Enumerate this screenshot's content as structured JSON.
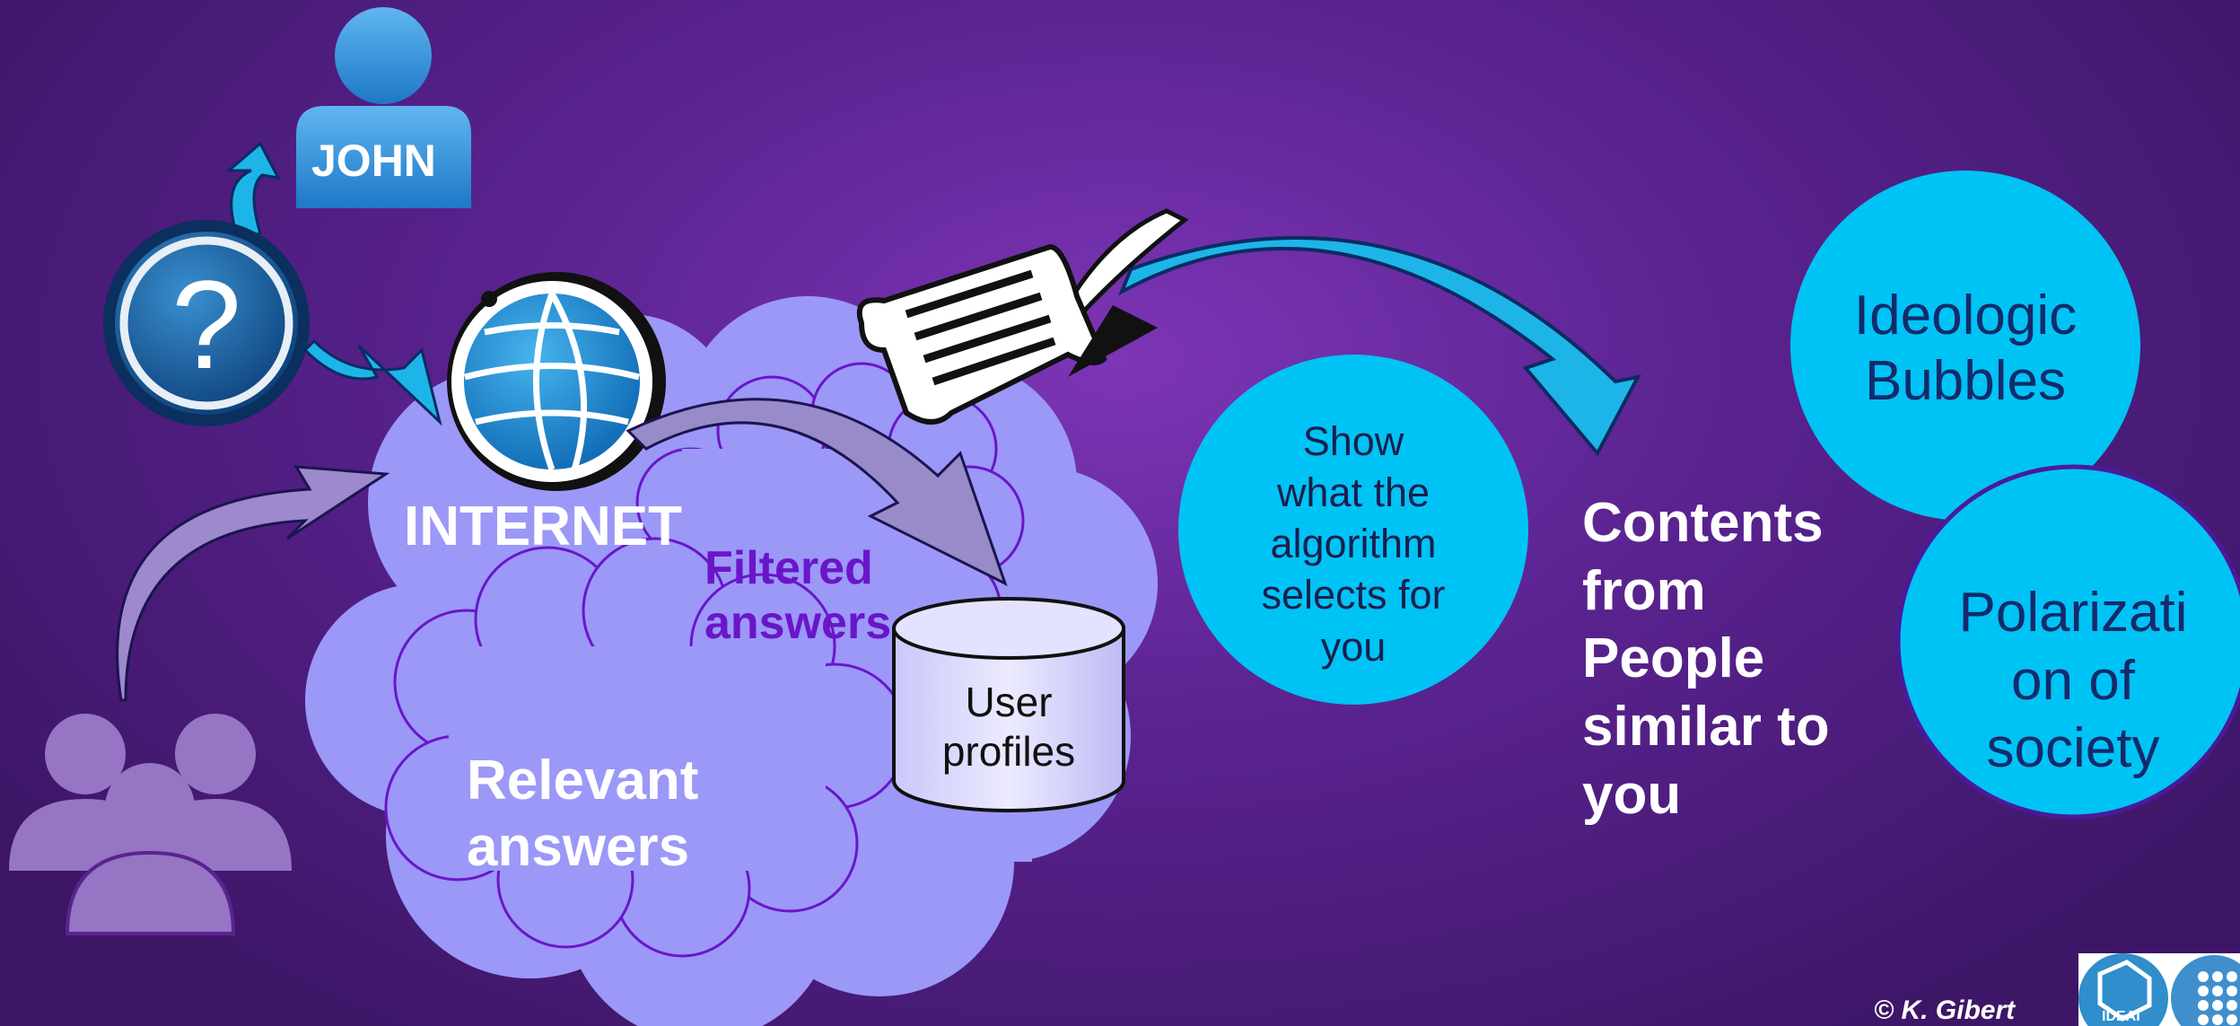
{
  "user": {
    "name": "JOHN"
  },
  "internet": {
    "label": "INTERNET"
  },
  "clouds": {
    "filtered": [
      "Filtered",
      "answers"
    ],
    "relevant": [
      "Relevant",
      "answers"
    ]
  },
  "database": {
    "label": [
      "User",
      "profiles"
    ]
  },
  "algorithm": {
    "label": [
      "Show",
      "what the",
      "algorithm",
      "selects for",
      "you"
    ]
  },
  "contents": {
    "label": [
      "Contents",
      "from",
      "People",
      "similar to",
      "you"
    ]
  },
  "bubbles": {
    "ideologic": [
      "Ideologic",
      "Bubbles"
    ],
    "polarization": [
      "Polarizati",
      "on of",
      "society"
    ]
  },
  "credit": "© K. Gibert",
  "logo": {
    "text": "IDEAI"
  },
  "colors": {
    "cyan": "#00c3f5",
    "cloud": "#9b98f8",
    "bubble_text": "#152a6a",
    "filtered_text": "#6a16c8"
  }
}
